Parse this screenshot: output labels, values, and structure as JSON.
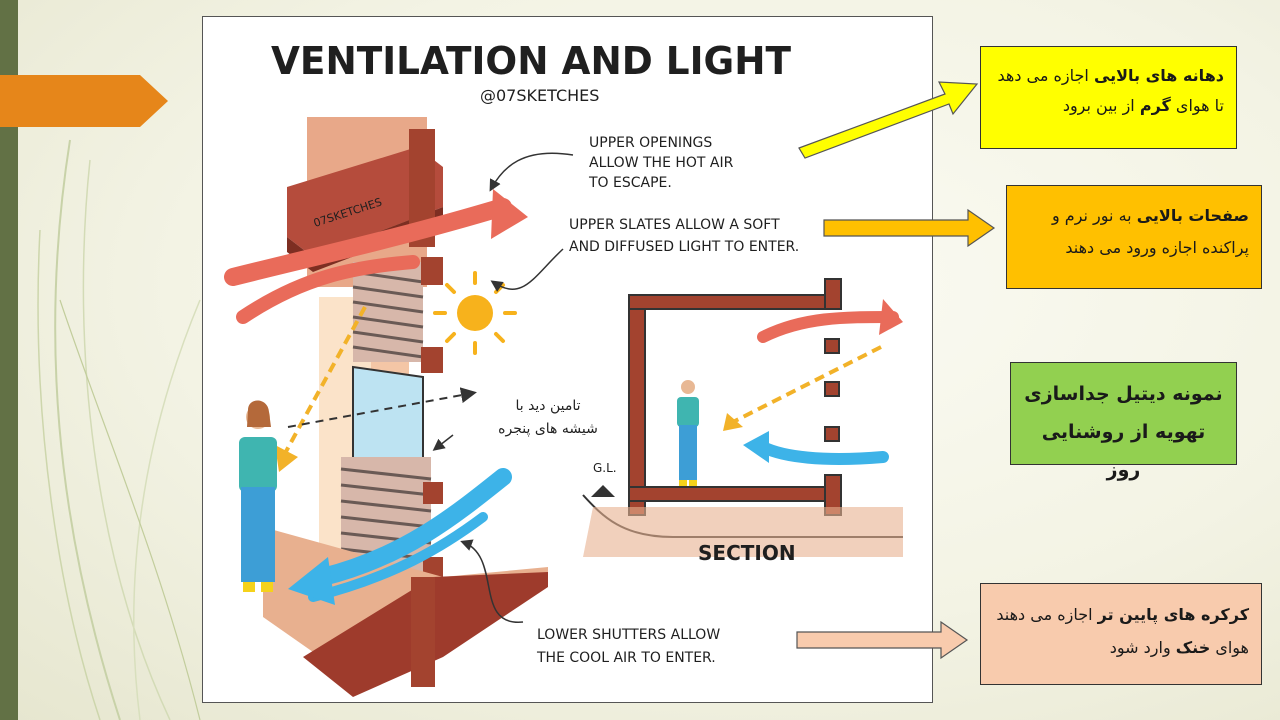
{
  "sketch": {
    "title": "VENTILATION AND LIGHT",
    "handle": "@07SKETCHES",
    "watermark": "07SKETCHES",
    "note_upper_openings": [
      "UPPER OPENINGS",
      "ALLOW THE HOT AIR",
      "TO ESCAPE."
    ],
    "note_upper_slates": [
      "UPPER SLATES ALLOW A SOFT",
      "AND DIFFUSED LIGHT TO ENTER."
    ],
    "note_lower_shutters": [
      "LOWER SHUTTERS ALLOW",
      "THE COOL AIR TO ENTER."
    ],
    "ground_level": "G.L.",
    "section_label": "SECTION",
    "persian_note": [
      "تامین دید با",
      "شیشه های پنجره"
    ]
  },
  "callouts": {
    "box1": {
      "bold1": "دهانه های بالایی",
      "text1": " اجازه می دهد تا هوای ",
      "bold2": "گرم",
      "text2": " از بین برود"
    },
    "box2": {
      "bold1": "صفحات بالایی",
      "text1": " به نور نرم و پراکنده اجازه ورود می دهند"
    },
    "box3": {
      "line1": "نمونه دیتیل جداسازی",
      "line2": "تهویه از روشنایی روز"
    },
    "box4": {
      "bold1": "کرکره های پایین تر",
      "text1": " اجازه می دهند هوای ",
      "bold2": "خنک",
      "text2": " وارد شود"
    }
  },
  "colors": {
    "yellow": "#ffff00",
    "orange": "#ffc000",
    "green": "#92d050",
    "peach": "#f8cbad",
    "accent_tab": "#e6861a",
    "side_bar": "#627145"
  }
}
